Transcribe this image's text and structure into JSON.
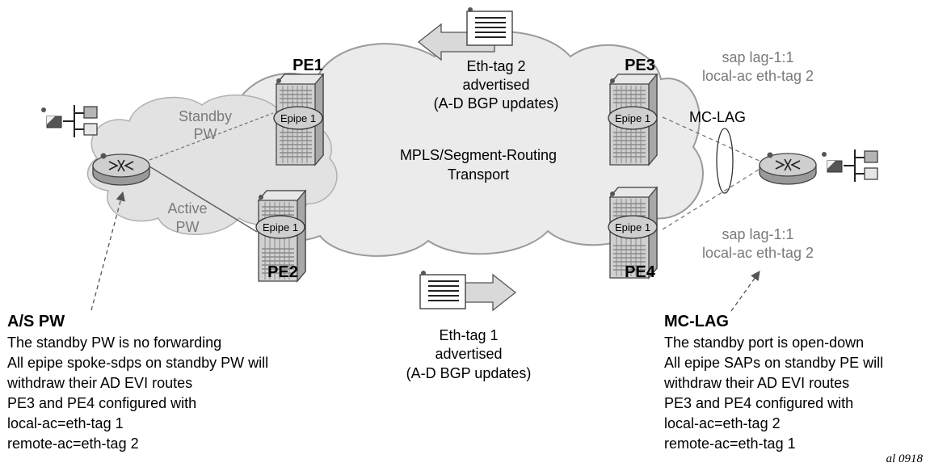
{
  "figure_ref": "al_0918",
  "cloud_label": {
    "line1": "MPLS/Segment-Routing",
    "line2": "Transport"
  },
  "pe": {
    "pe1": {
      "name": "PE1",
      "epipe": "Epipe 1"
    },
    "pe2": {
      "name": "PE2",
      "epipe": "Epipe 1"
    },
    "pe3": {
      "name": "PE3",
      "epipe": "Epipe 1"
    },
    "pe4": {
      "name": "PE4",
      "epipe": "Epipe 1"
    }
  },
  "pw": {
    "standby": {
      "line1": "Standby",
      "line2": "PW"
    },
    "active": {
      "line1": "Active",
      "line2": "PW"
    }
  },
  "mc_lag_label": "MC-LAG",
  "sap_top": {
    "line1": "sap lag-1:1",
    "line2": "local-ac eth-tag 2"
  },
  "sap_bottom": {
    "line1": "sap lag-1:1",
    "line2": "local-ac eth-tag 2"
  },
  "adv_top": {
    "line1": "Eth-tag 2",
    "line2": "advertised",
    "line3": "(A-D BGP updates)"
  },
  "adv_bottom": {
    "line1": "Eth-tag 1",
    "line2": "advertised",
    "line3": "(A-D BGP updates)"
  },
  "left_note": {
    "title": "A/S PW",
    "lines": [
      "The standby PW is no forwarding",
      "All epipe spoke-sdps on standby PW will",
      "withdraw their AD EVI routes",
      "PE3 and PE4 configured with",
      "local-ac=eth-tag 1",
      "remote-ac=eth-tag 2"
    ]
  },
  "right_note": {
    "title": "MC-LAG",
    "lines": [
      "The standby port is open-down",
      "All epipe SAPs on standby PE will",
      "withdraw their AD EVI routes",
      "PE3 and PE4 configured with",
      "local-ac=eth-tag 2",
      "remote-ac=eth-tag 1"
    ]
  },
  "footer_ref": "al  0918",
  "colors": {
    "cloud_fill": "#ebebeb",
    "cloud_stroke": "#9a9a9a",
    "pe_fill": "#d6d6d6",
    "arrow_fill": "#d9d9d9",
    "gray_text": "#7a7a7a"
  }
}
